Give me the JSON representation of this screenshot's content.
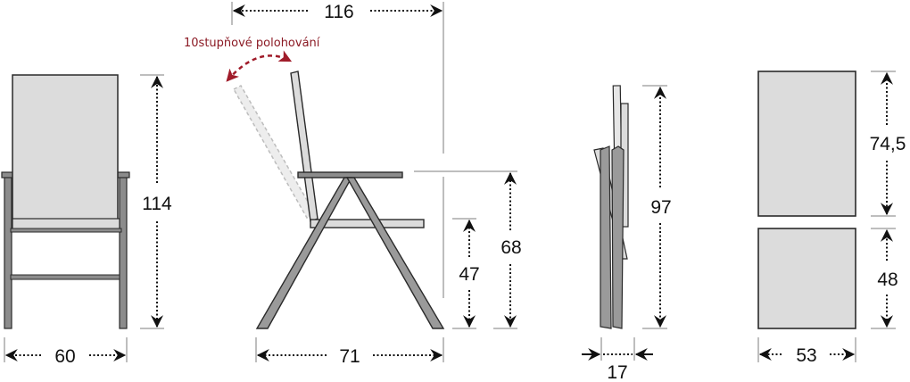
{
  "title": "Chair dimension diagram",
  "colors": {
    "frame": "#8c8c8c",
    "fabric": "#dcdcdc",
    "outline": "#2a2a2a",
    "guide": "#a8a8a8",
    "dimension": "#111111",
    "accent": "#8b1a24"
  },
  "views": {
    "front": {
      "height_label": "114",
      "width_label": "60"
    },
    "side": {
      "depth_reclined_label": "116",
      "recline_note": "10stupňové polohování",
      "armrest_height_label": "68",
      "seat_height_label": "47",
      "base_depth_label": "71"
    },
    "folded": {
      "height_label": "97",
      "thickness_label": "17"
    },
    "cushions": {
      "back_height_label": "74,5",
      "seat_height_label": "48",
      "width_label": "53"
    }
  }
}
